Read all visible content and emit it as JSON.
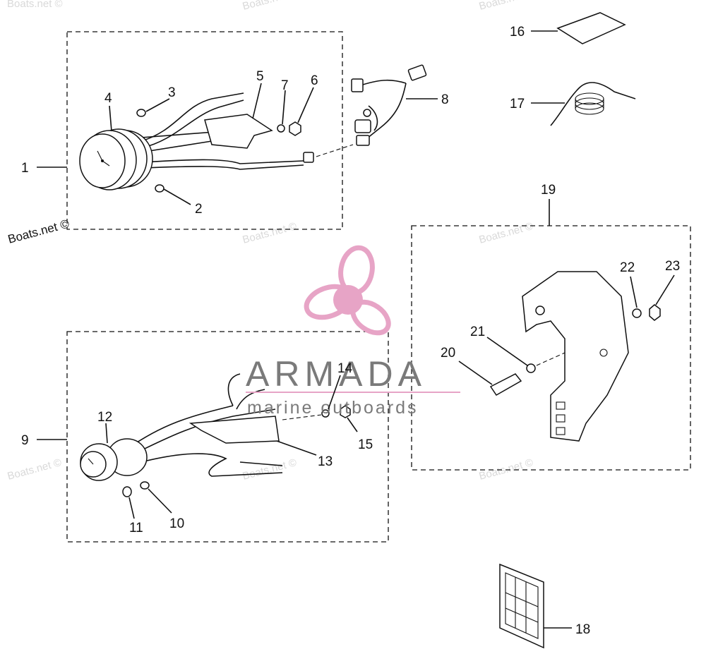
{
  "watermark": {
    "text": "Boats.net ©",
    "credit_text": "Boats.net ©"
  },
  "logo": {
    "name": "ARMADA",
    "tagline": "marine outboards",
    "color_pink": "#e7a4c6",
    "color_text": "#7a7a7a"
  },
  "callouts": [
    "1",
    "2",
    "3",
    "4",
    "5",
    "6",
    "7",
    "8",
    "9",
    "10",
    "11",
    "12",
    "13",
    "14",
    "15",
    "16",
    "17",
    "18",
    "19",
    "20",
    "21",
    "22",
    "23"
  ]
}
